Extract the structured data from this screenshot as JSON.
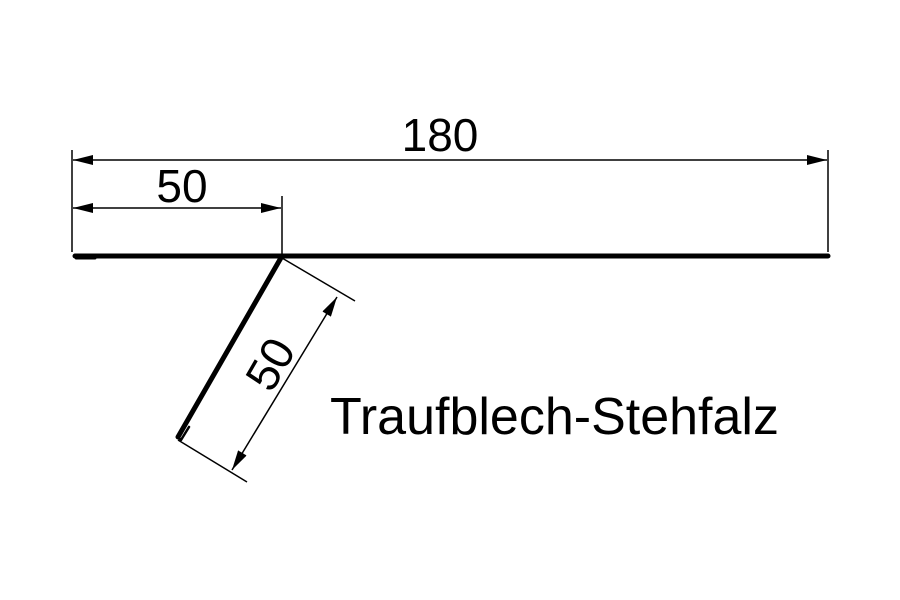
{
  "drawing": {
    "title": "Traufblech-Stehfalz",
    "dimensions": {
      "total_width": "180",
      "flat_segment": "50",
      "bent_leg": "50"
    },
    "colors": {
      "line": "#000000",
      "background": "#ffffff"
    }
  }
}
